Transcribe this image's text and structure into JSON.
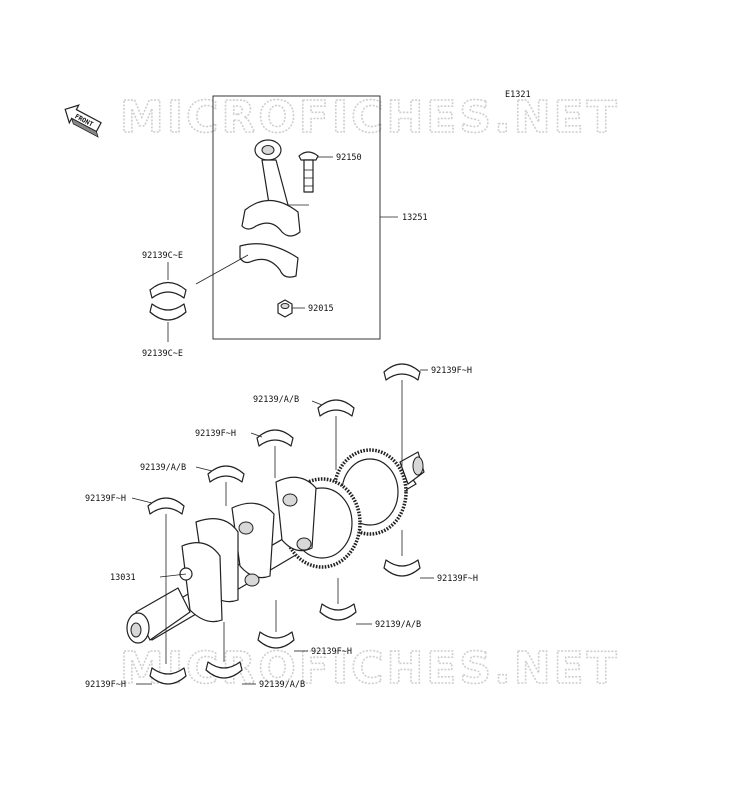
{
  "diagram_code": "E1321",
  "front_arrow": "FRONT",
  "watermark": "MICROFICHES.NET",
  "parts": {
    "p92150": "92150",
    "p13251": "13251",
    "p92015": "92015",
    "p92139ce_top": "92139C~E",
    "p92139ce_bottom": "92139C~E",
    "p92139fh_1": "92139F~H",
    "p92139ab_1": "92139/A/B",
    "p92139fh_2": "92139F~H",
    "p92139ab_2": "92139/A/B",
    "p92139fh_3": "92139F~H",
    "p13031": "13031",
    "p92139fh_4": "92139F~H",
    "p92139ab_3": "92139/A/B",
    "p92139fh_5": "92139F~H",
    "p92139fh_6": "92139F~H",
    "p92139ab_4": "92139/A/B"
  }
}
